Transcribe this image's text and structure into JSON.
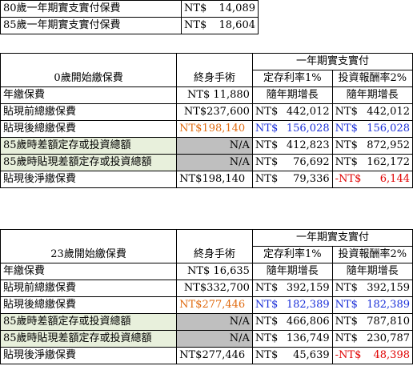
{
  "summary": [
    {
      "label": "80歲一年期實支實付保費",
      "cur": "NT$",
      "amt": "14,089"
    },
    {
      "label": "85歲一年期實支實付保費",
      "cur": "NT$",
      "amt": "18,604"
    }
  ],
  "section1": {
    "title": "0歲開始繳保費",
    "col_a": "終身手術",
    "group": "一年期實支實付",
    "col_b": "定存利率1%",
    "col_c": "投資報酬率2%",
    "rows": [
      {
        "label": "年繳保費",
        "a": "NT$ 11,880",
        "b1": "隨年期增長",
        "b2": "",
        "c1": "隨年期增長",
        "c2": ""
      },
      {
        "label": "貼現前總繳保費",
        "a": "NT$237,600",
        "b1": "NT$",
        "b2": "442,012",
        "c1": "NT$",
        "c2": "442,012"
      },
      {
        "label": "貼現後總繳保費",
        "a": "NT$198,140",
        "b1": "NT$",
        "b2": "156,028",
        "c1": "NT$",
        "c2": "156,028"
      },
      {
        "label": "85歲時差額定存或投資總額",
        "a": "N/A",
        "b1": "NT$",
        "b2": "412,823",
        "c1": "NT$",
        "c2": "872,952"
      },
      {
        "label": "85歲時貼現差額定存或投資總額",
        "a": "N/A",
        "b1": "NT$",
        "b2": "76,692",
        "c1": "NT$",
        "c2": "162,172"
      },
      {
        "label": "貼現後淨繳保費",
        "a": "NT$198,140",
        "b1": "NT$",
        "b2": "79,336",
        "c1": "-NT$",
        "c2": "6,144"
      }
    ]
  },
  "section2": {
    "title": "23歲開始繳保費",
    "col_a": "終身手術",
    "group": "一年期實支實付",
    "col_b": "定存利率1%",
    "col_c": "投資報酬率2%",
    "rows": [
      {
        "label": "年繳保費",
        "a": "NT$ 16,635",
        "b1": "隨年期增長",
        "b2": "",
        "c1": "隨年期增長",
        "c2": ""
      },
      {
        "label": "貼現前總繳保費",
        "a": "NT$332,700",
        "b1": "NT$",
        "b2": "392,159",
        "c1": "NT$",
        "c2": "392,159"
      },
      {
        "label": "貼現後總繳保費",
        "a": "NT$277,446",
        "b1": "NT$",
        "b2": "182,389",
        "c1": "NT$",
        "c2": "182,389"
      },
      {
        "label": "85歲時差額定存或投資總額",
        "a": "N/A",
        "b1": "NT$",
        "b2": "466,806",
        "c1": "NT$",
        "c2": "787,810"
      },
      {
        "label": "85歲時貼現差額定存或投資總額",
        "a": "N/A",
        "b1": "NT$",
        "b2": "136,749",
        "c1": "NT$",
        "c2": "230,787"
      },
      {
        "label": "貼現後淨繳保費",
        "a": "NT$277,446",
        "b1": "NT$",
        "b2": "45,639",
        "c1": "-NT$",
        "c2": "48,398"
      }
    ]
  }
}
